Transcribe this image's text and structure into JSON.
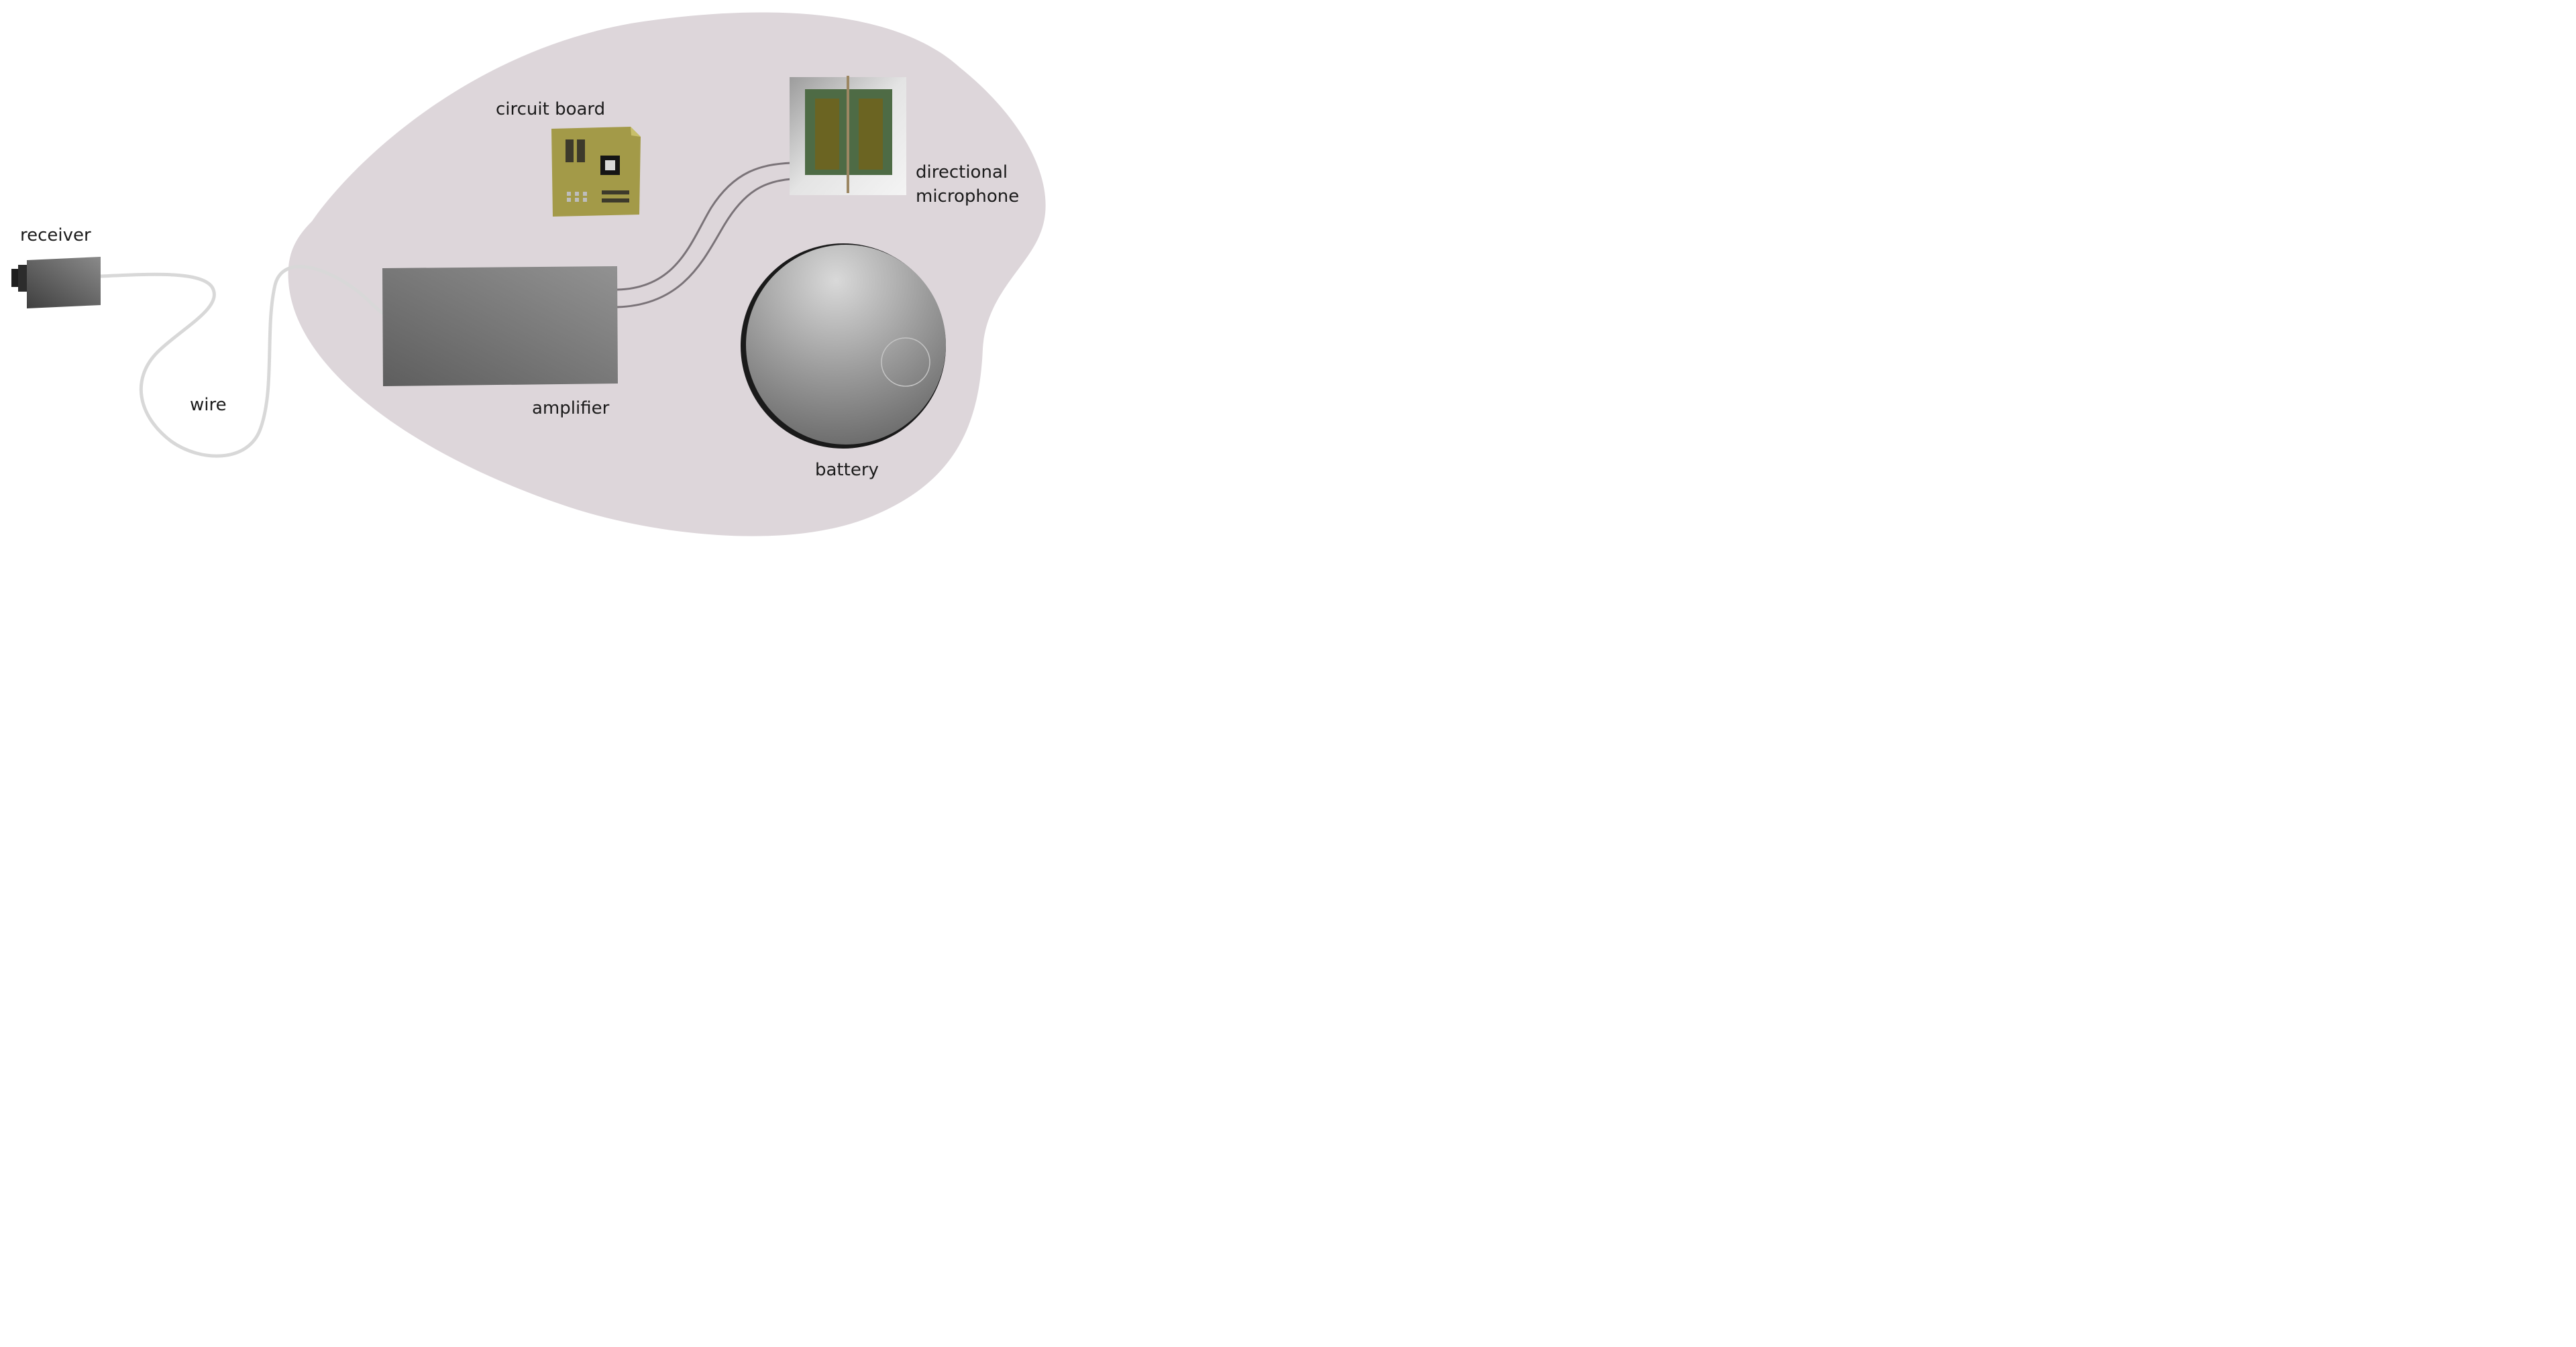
{
  "labels": {
    "receiver": "receiver",
    "wire": "wire",
    "circuit_board": "circuit board",
    "amplifier": "amplifier",
    "microphone_line1": "directional",
    "microphone_line2": "microphone",
    "battery": "battery"
  },
  "colors": {
    "body": "#ddd6da",
    "circuit_board": "#a39a48",
    "circuit_board_parts": "#3d3a2b",
    "microphone_frame": "#d0d0d0",
    "microphone_board": "#4e6b45",
    "microphone_pads": "#6b6422",
    "amplifier": "#7a7a7a",
    "battery": "#9a9a9a",
    "wire": "#d8d8d8",
    "mic_wires": "#7a7378"
  }
}
